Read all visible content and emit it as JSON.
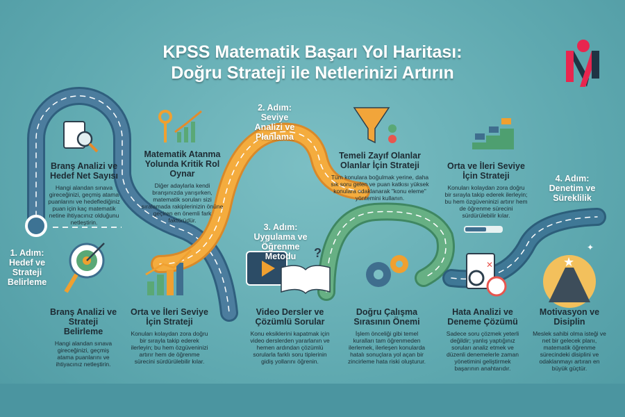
{
  "header": {
    "title_line1": "KPSS Matematik Başarı Yol Haritası:",
    "title_line2": "Doğru Strateji ile Netlerinizi Artırın"
  },
  "logo": {
    "name": "m-logo",
    "colors": {
      "primary": "#e8264f",
      "secondary": "#1f3444"
    }
  },
  "steps": [
    {
      "label": "1. Adım: Hedef ve Strateji Belirleme"
    },
    {
      "label": "2. Adım: Seviye Analizi ve Planlama"
    },
    {
      "label": "3. Adım: Uygulama ve Öğrenme Metodu"
    },
    {
      "label": "4. Adım: Denetim ve Süreklilik"
    }
  ],
  "top_blocks": [
    {
      "title": "Branş Analizi ve Hedef Net Sayısı",
      "text": "Hangi alandan sınava gireceğinizi, geçmiş atama puanlarını ve hedeflediğiniz puan için kaç matematik netine ihtiyacınız olduğunu netleştirin.",
      "icon": "clipboard-magnifier-icon"
    },
    {
      "title": "Matematik Atanma Yolunda Kritik Rol Oynar",
      "text": "Diğer adaylarla kendi branşınızda yarışırken, matematik soruları sizi sıralamada rakiplerinizin önüne geçiren en önemli fark faktörüdür.",
      "icon": "key-chart-icon"
    },
    {
      "title": "Temeli Zayıf Olanlar Olanlar İçin Strateji",
      "text": "Tüm konulara boğulmak yerine, daha sık soru gelen ve puan katkısı yüksek konulara odaklanarak \"konu eleme\" yöntemini kullanın.",
      "icon": "funnel-icon"
    },
    {
      "title": "Orta ve İleri Seviye İçin Strateji",
      "text": "Konuları kolaydan zora doğru bir sırayla takip ederek ilerleyin; bu hem özgüveninizi artırır hem de öğrenme sürecini sürdürülebilir kılar.",
      "icon": "stairs-icon"
    }
  ],
  "bottom_blocks": [
    {
      "title": "Branş Analizi ve Strateji Belirleme",
      "text": "Hangi alandan sınava gireceğinizi, geçmiş atama puanlarını ve ihtiyacınız netleştirin.",
      "icon": "target-icon"
    },
    {
      "title": "Orta ve İleri Seviye İçin Strateji",
      "text": "Konuları kolaydan zora doğru bir sırayla takip ederek ilerleyin; bu hem özgüveninizi artırır hem de öğrenme sürecini sürdürülebilir kılar.",
      "icon": "growth-chart-icon"
    },
    {
      "title": "Video Dersler ve Çözümlü Sorular",
      "text": "Konu eksiklerini kapatmak için video derslerden yararlanın ve hemen ardından çözümlü sorularla farklı soru tiplerinin gidiş yollarını öğrenin.",
      "icon": "video-book-icon"
    },
    {
      "title": "Doğru Çalışma Sırasının Önemi",
      "text": "İşlem önceliği gibi temel kuralları tam öğrenmeden ilerlemek, ilerleşen konularda hatalı sonuçlara yol açan bir zincirleme hata riski oluşturur.",
      "icon": "gears-icon"
    },
    {
      "title": "Hata Analizi ve Deneme Çözümü",
      "text": "Sadece soru çözmek yeterli değildir; yanlış yaptığınız soruları analiz etmek ve düzenli denemelerle zaman yönetimini geliştirmek başarının anahtarıdır.",
      "icon": "document-stopwatch-icon"
    },
    {
      "title": "Motivasyon ve Disiplin",
      "text": "Meslek sahibi olma isteği ve net bir gelecek planı, matematik öğrenme sürecindeki disiplini ve odaklanmayı artıran en büyük güçtür.",
      "icon": "road-star-icon"
    }
  ],
  "colors": {
    "blue_road": "#3d6e8e",
    "orange_road": "#f2a53a",
    "green_road": "#5fa87a",
    "teal_road": "#3a7591",
    "background": "#6bb4ba"
  }
}
